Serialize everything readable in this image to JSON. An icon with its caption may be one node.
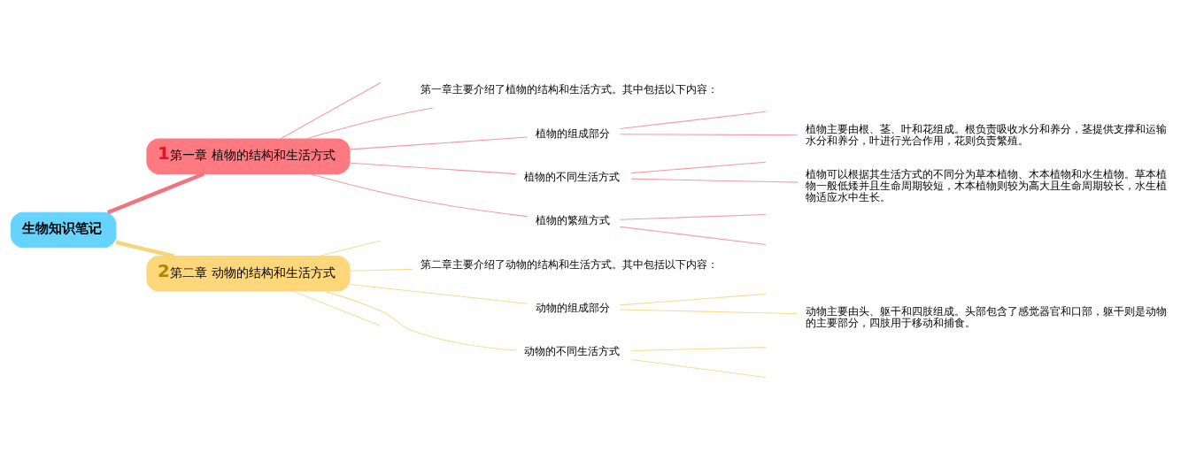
{
  "diagram": {
    "nodes": [
      {
        "text": [
          "生物知识笔记"
        ]
      },
      {
        "text": [
          "1",
          "第一章 植物的结构和生活方式"
        ]
      },
      {
        "text": [
          "第一章主要介绍了植物的结构和生活方式。其中包括以下内容："
        ]
      },
      {
        "text": [
          "植物的组成部分"
        ]
      },
      {
        "text": [
          "植物主要由根、茎、叶和花组成。根负责吸收水分和养分，茎提供支撑和运输水分和养分，叶进行光合作用，花则负责繁殖。"
        ]
      },
      {
        "text": [
          "植物的不同生活方式"
        ]
      },
      {
        "text": [
          "植物可以根据其生活方式的不同分为草本植物、木本植物和水生植物。草本植物一般低矮并且生命周期较短，木本植物则较为高大且生命周期较长，水生植物适应水中生长。"
        ]
      },
      {
        "text": [
          "植物的繁殖方式"
        ]
      },
      {
        "text": [
          "2",
          "第二章 动物的结构和生活方式"
        ]
      },
      {
        "text": [
          "第二章主要介绍了动物的结构和生活方式。其中包括以下内容："
        ]
      },
      {
        "text": [
          "动物的组成部分"
        ]
      },
      {
        "text": [
          "动物主要由头、躯干和四肢组成。头部包含了感觉器官和口部，躯干则是动物的主要部分，四肢用于移动和捕食。"
        ]
      },
      {
        "text": [
          "动物的不同生活方式"
        ]
      }
    ],
    "edges": [
      {
        "from": 0,
        "to": 1,
        "arrow": "none",
        "style": "thick",
        "color": "#f07480"
      },
      {
        "from": 1,
        "to": null,
        "arrow": "none",
        "color": "#f29ca3"
      },
      {
        "from": 1,
        "to": 2,
        "arrow": "none",
        "color": "#f29ca3"
      },
      {
        "from": 1,
        "to": 3,
        "arrow": "none",
        "color": "#f29ca3"
      },
      {
        "from": 1,
        "to": 5,
        "arrow": "none",
        "color": "#f29ca3"
      },
      {
        "from": 1,
        "to": 7,
        "arrow": "none",
        "color": "#f29ca3"
      },
      {
        "from": 3,
        "to": null,
        "arrow": "none",
        "color": "#f29ca3"
      },
      {
        "from": 3,
        "to": 4,
        "arrow": "none",
        "color": "#f29ca3"
      },
      {
        "from": 5,
        "to": null,
        "arrow": "none",
        "color": "#f29ca3"
      },
      {
        "from": 5,
        "to": 6,
        "arrow": "none",
        "color": "#f29ca3"
      },
      {
        "from": 7,
        "to": null,
        "arrow": "none",
        "color": "#f29ca3"
      },
      {
        "from": 7,
        "to": null,
        "arrow": "none",
        "color": "#f29ca3"
      },
      {
        "from": 0,
        "to": 8,
        "arrow": "none",
        "style": "thick",
        "color": "#f6d47a"
      },
      {
        "from": 8,
        "to": null,
        "arrow": "none",
        "color": "#f8dc94"
      },
      {
        "from": 8,
        "to": 9,
        "arrow": "none",
        "color": "#f8dc94"
      },
      {
        "from": 8,
        "to": 10,
        "arrow": "none",
        "color": "#f8dc94"
      },
      {
        "from": 8,
        "to": 12,
        "arrow": "none",
        "color": "#f8dc94"
      },
      {
        "from": 8,
        "to": null,
        "arrow": "none",
        "color": "#f8dc94"
      },
      {
        "from": 10,
        "to": null,
        "arrow": "none",
        "color": "#f8dc94"
      },
      {
        "from": 10,
        "to": 11,
        "arrow": "none",
        "color": "#f8dc94"
      },
      {
        "from": 12,
        "to": null,
        "arrow": "none",
        "color": "#f8dc94"
      },
      {
        "from": 12,
        "to": null,
        "arrow": "none",
        "color": "#f8dc94"
      }
    ]
  }
}
